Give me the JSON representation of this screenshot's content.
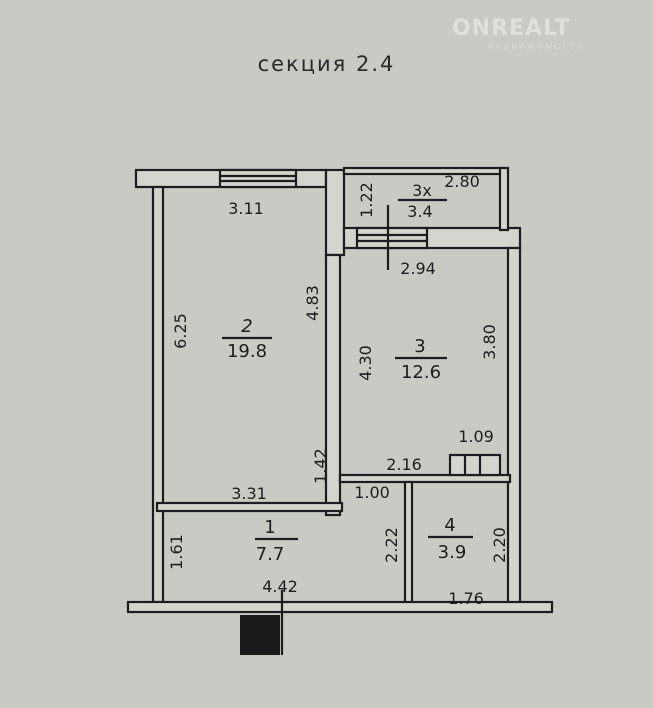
{
  "title": "секция 2.4",
  "watermark": {
    "brand": "ONREALT",
    "tagline": "НЕДВИЖИМОСТЬ"
  },
  "rooms": [
    {
      "number": "1",
      "area": "7.7"
    },
    {
      "number": "2",
      "area": "19.8"
    },
    {
      "number": "3",
      "area": "12.6"
    },
    {
      "number": "3х",
      "area": "3.4"
    },
    {
      "number": "4",
      "area": "3.9"
    }
  ],
  "dimensions": {
    "r2_top": "3.11",
    "r2_left": "6.25",
    "r2_right": "4.83",
    "r2_right_low": "1.42",
    "r2_bottom": "3.31",
    "balcony_left": "1.22",
    "balcony_top": "2.80",
    "r3_top": "2.94",
    "r3_left": "4.30",
    "r3_right": "3.80",
    "r3_nook": "1.09",
    "r3_bottom": "2.16",
    "r1_top": "1.00",
    "r1_left": "1.61",
    "r1_right": "2.22",
    "r1_bottom": "4.42",
    "r4_right": "2.20",
    "r4_bottom": "1.76"
  }
}
